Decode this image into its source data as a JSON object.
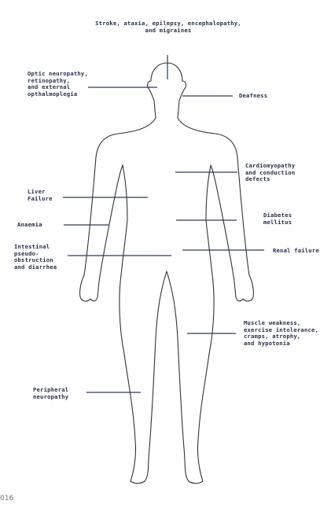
{
  "diagram": {
    "figure": "human body outline with organ-system annotations",
    "line_color": "#2d3a58",
    "outline_color": "#333333",
    "text_color": "#26304a",
    "labels": {
      "head_top": "Stroke, ataxia, epilepsy, encephalopathy,\nand migraines",
      "eyes": "Optic neuropathy,\nretinopathy,\nand external\nopthalmoplegia",
      "ears": "Deafness",
      "heart": "Cardiomyopathy\nand conduction\ndefects",
      "liver": "Liver\nFailure",
      "anaemia": "Anaemia",
      "pancreas": "Diabetes\nmellitus",
      "kidney": "Renal failure",
      "intestine": "Intestinal\npseudo-\nobstruction\nand diarrhea",
      "muscle": "Muscle weakness,\nexercise intolerance,\ncramps, atrophy,\nand hypotonia",
      "nerves": "Peripheral\nneuropathy"
    }
  },
  "footer": {
    "code": "016"
  }
}
